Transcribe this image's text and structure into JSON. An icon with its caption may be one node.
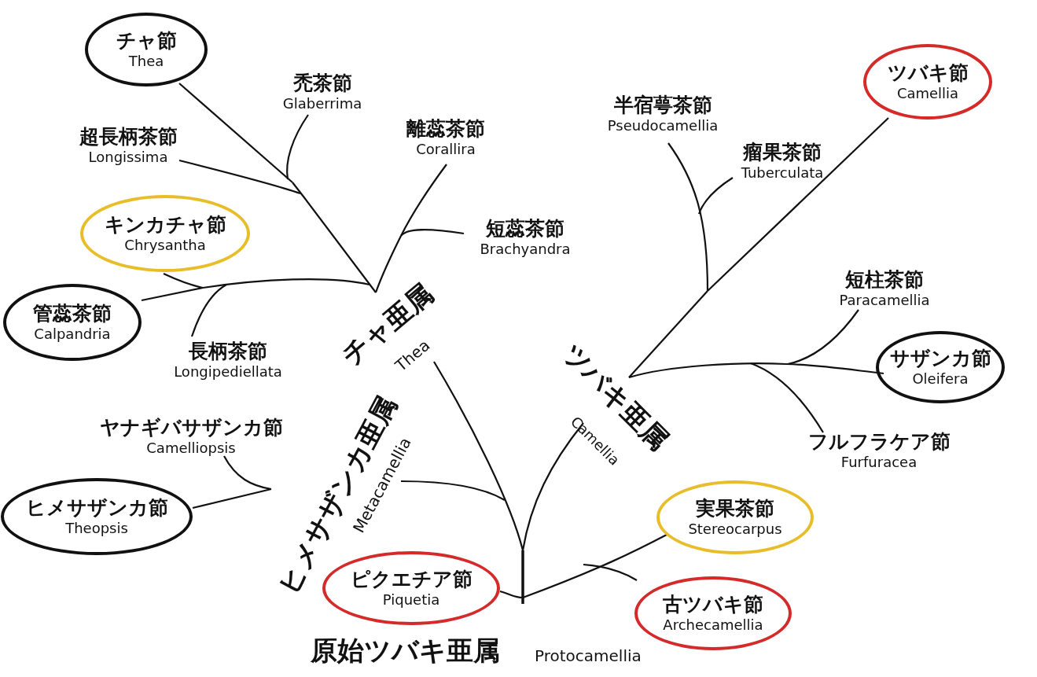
{
  "diagram": {
    "nodes": [
      {
        "text": [
          "チャ節",
          "Thea"
        ]
      },
      {
        "text": [
          "禿茶節",
          "Glaberrima"
        ]
      },
      {
        "text": [
          "超長柄茶節",
          "Longissima"
        ]
      },
      {
        "text": [
          "離蕊茶節",
          "Corallira"
        ]
      },
      {
        "text": [
          "キンカチャ節",
          "Chrysantha"
        ]
      },
      {
        "text": [
          "短蕊茶節",
          "Brachyandra"
        ]
      },
      {
        "text": [
          "管蕊茶節",
          "Calpandria"
        ]
      },
      {
        "text": [
          "長柄茶節",
          "Longipediellata"
        ]
      },
      {
        "text": [
          "半宿萼茶節",
          "Pseudocamellia"
        ]
      },
      {
        "text": [
          "瘤果茶節",
          "Tuberculata"
        ]
      },
      {
        "text": [
          "ツバキ節",
          "Camellia"
        ]
      },
      {
        "text": [
          "短柱茶節",
          "Paracamellia"
        ]
      },
      {
        "text": [
          "サザンカ節",
          "Oleifera"
        ]
      },
      {
        "text": [
          "フルフラケア節",
          "Furfuracea"
        ]
      },
      {
        "text": [
          "ヤナギバサザンカ節",
          "Camelliopsis"
        ]
      },
      {
        "text": [
          "ヒメサザンカ節",
          "Theopsis"
        ]
      },
      {
        "text": [
          "実果茶節",
          "Stereocarpus"
        ]
      },
      {
        "text": [
          "ピクエチア節",
          "Piquetia"
        ]
      },
      {
        "text": [
          "古ツバキ節",
          "Archecamellia"
        ]
      }
    ],
    "edges": [
      {
        "from": 0,
        "to": null,
        "arrow": "none"
      },
      {
        "from": 1,
        "to": null,
        "arrow": "none"
      },
      {
        "from": 2,
        "to": null,
        "arrow": "none"
      },
      {
        "from": 3,
        "to": null,
        "arrow": "none"
      },
      {
        "from": 4,
        "to": null,
        "arrow": "none"
      },
      {
        "from": 5,
        "to": null,
        "arrow": "none"
      },
      {
        "from": 6,
        "to": null,
        "arrow": "none"
      },
      {
        "from": 7,
        "to": null,
        "arrow": "none"
      },
      {
        "from": 8,
        "to": null,
        "arrow": "none"
      },
      {
        "from": 9,
        "to": null,
        "arrow": "none"
      },
      {
        "from": 10,
        "to": null,
        "arrow": "none"
      },
      {
        "from": 11,
        "to": null,
        "arrow": "none"
      },
      {
        "from": 12,
        "to": null,
        "arrow": "none"
      },
      {
        "from": 13,
        "to": null,
        "arrow": "none"
      },
      {
        "from": 14,
        "to": null,
        "arrow": "none"
      },
      {
        "from": 15,
        "to": null,
        "arrow": "none"
      },
      {
        "from": 16,
        "to": null,
        "arrow": "none"
      },
      {
        "from": 17,
        "to": null,
        "arrow": "none"
      },
      {
        "from": 18,
        "to": null,
        "arrow": "none"
      }
    ],
    "labels": [
      "チャ亜属",
      "Thea",
      "ツバキ亜属",
      "Camellia",
      "ヒメサザンカ亜属",
      "Metacamellia",
      "原始ツバキ亜属",
      "Protocamellia"
    ]
  }
}
